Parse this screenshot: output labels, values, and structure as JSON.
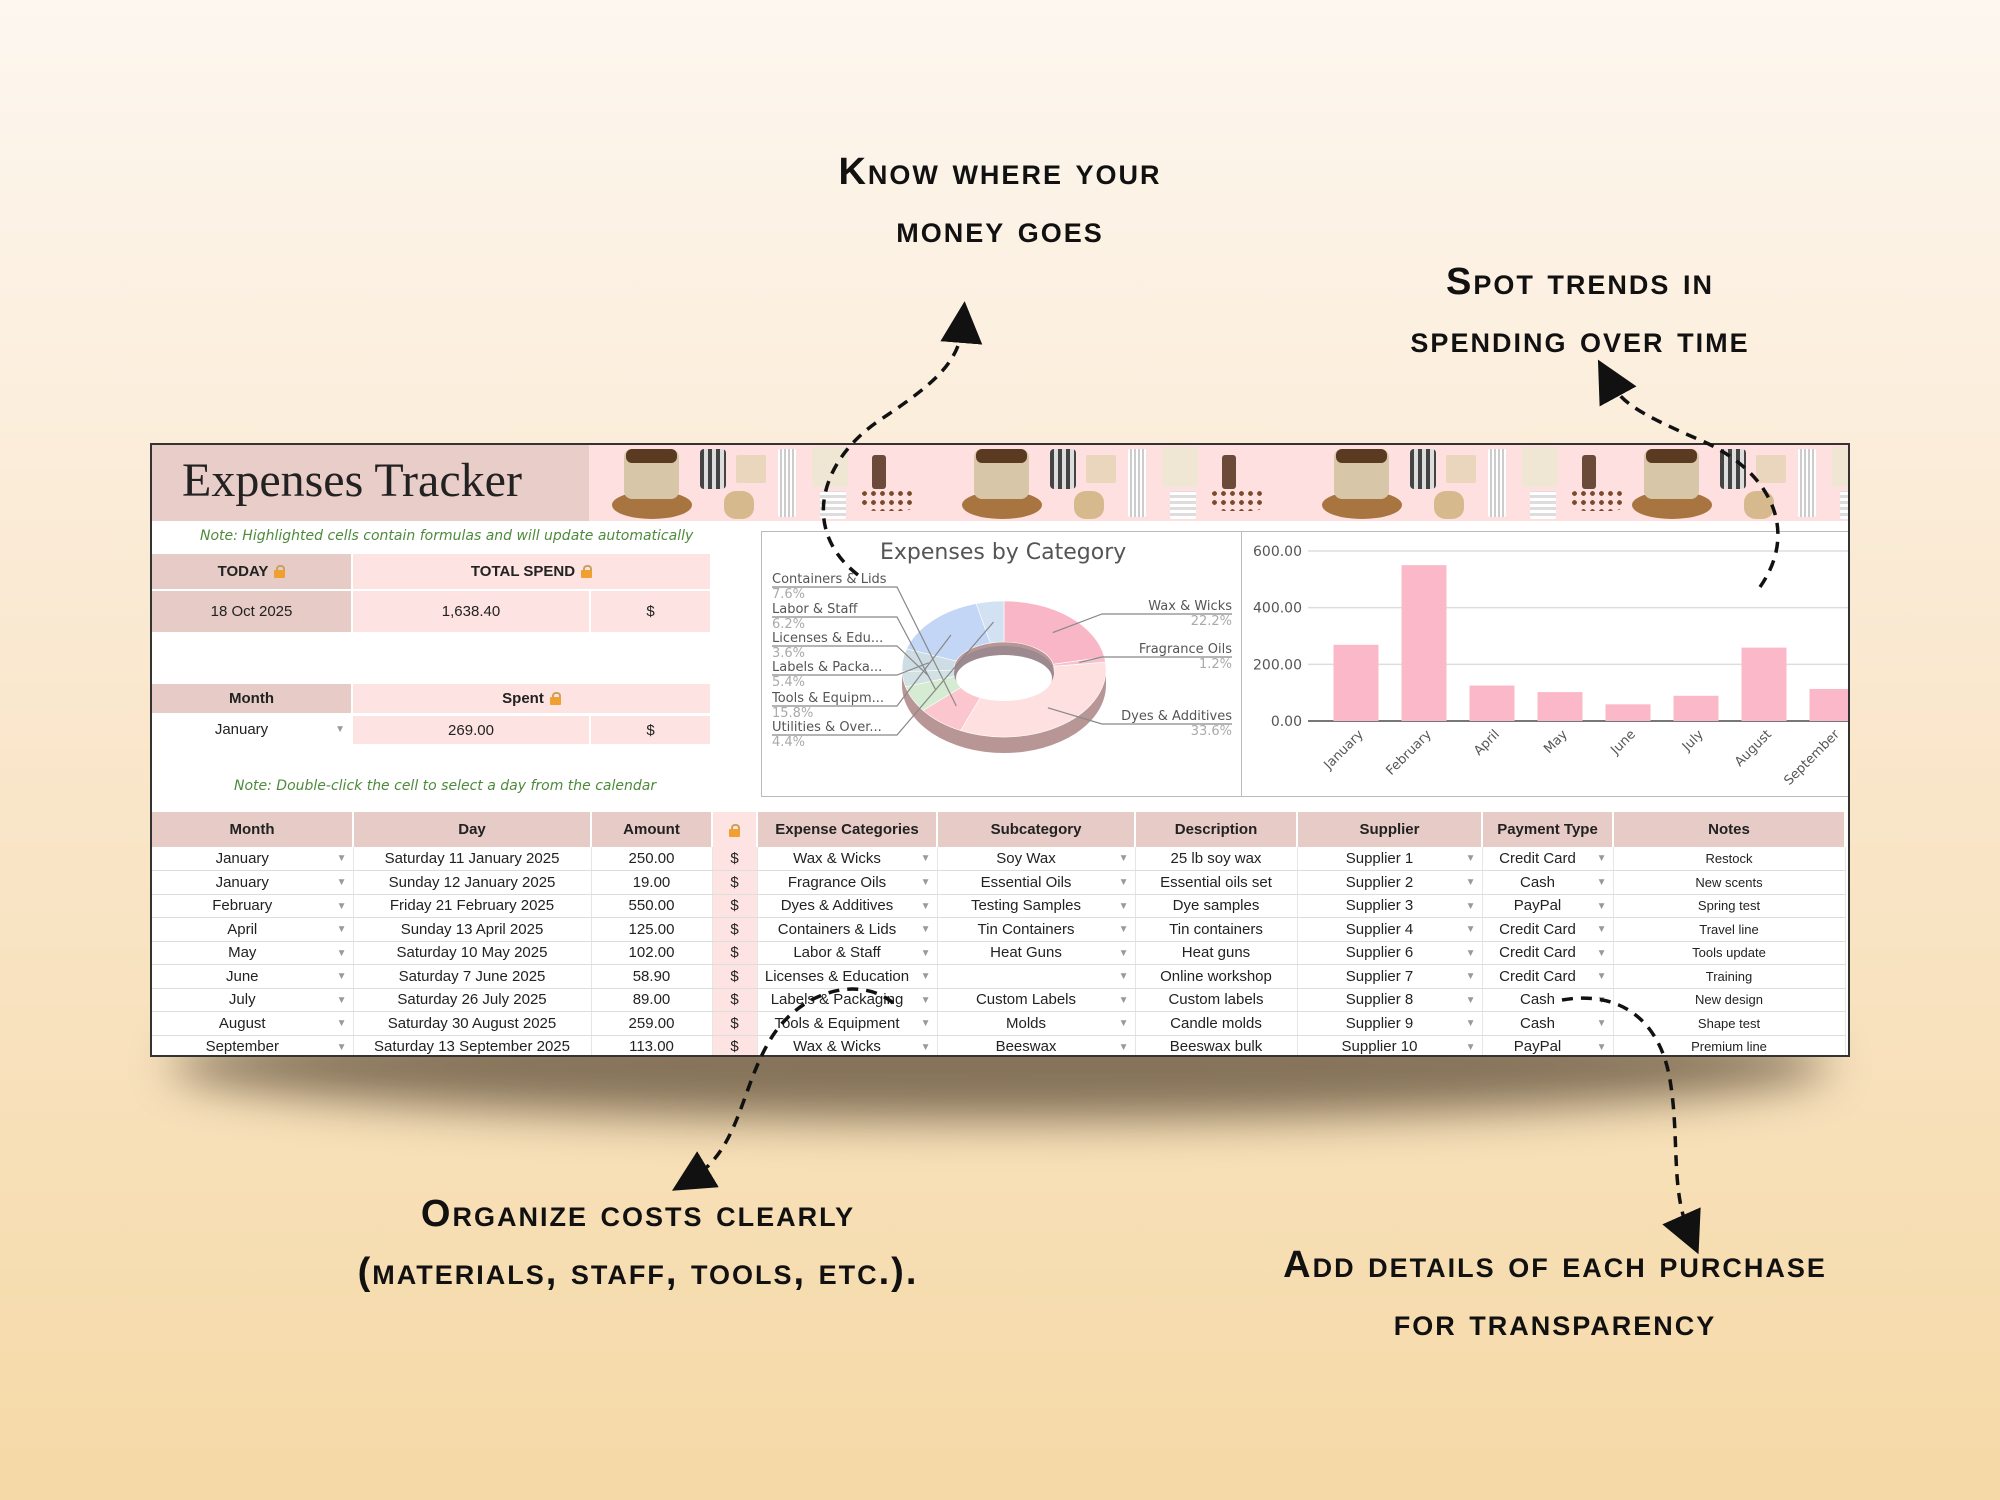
{
  "headlines": {
    "top_center": [
      "Know where your",
      "money goes"
    ],
    "top_right": [
      "Spot trends in",
      "spending over time"
    ],
    "bottom_left": [
      "Organize costs clearly",
      "(materials, staff, tools, etc.)."
    ],
    "bottom_right": [
      "Add details of each purchase",
      "for transparency"
    ]
  },
  "sheet": {
    "title": "Expenses Tracker",
    "note_formulas": "Note: Highlighted cells contain formulas and will update automatically",
    "note_calendar": "Note: Double-click the cell to select a day from the calendar",
    "today_label": "TODAY",
    "today_value": "18 Oct 2025",
    "total_label": "TOTAL SPEND",
    "total_value": "1,638.40",
    "currency": "$",
    "month_label": "Month",
    "month_value": "January",
    "spent_label": "Spent",
    "spent_value": "269.00"
  },
  "colors": {
    "dusty": "#e6cbc6",
    "pink": "#fde3e1",
    "bar": "#fbb8c8",
    "note": "#4d8a3b"
  },
  "chart_data": [
    {
      "type": "pie",
      "title": "Expenses by Category",
      "style": "3d-donut",
      "slices": [
        {
          "label": "Wax & Wicks",
          "value": 22.2,
          "pct": "22.2%",
          "color": "#f8b6c6",
          "side": "right"
        },
        {
          "label": "Fragrance Oils",
          "value": 1.2,
          "pct": "1.2%",
          "color": "#f6c2cf",
          "side": "right"
        },
        {
          "label": "Dyes & Additives",
          "value": 33.6,
          "pct": "33.6%",
          "color": "#fde0df",
          "side": "right"
        },
        {
          "label": "Containers & Lids",
          "value": 7.6,
          "pct": "7.6%",
          "color": "#fbc6cd",
          "side": "left"
        },
        {
          "label": "Labor & Staff",
          "value": 6.2,
          "pct": "6.2%",
          "color": "#d5ebd2",
          "side": "left"
        },
        {
          "label": "Licenses & Edu...",
          "value": 3.6,
          "pct": "3.6%",
          "color": "#d2e1e4",
          "side": "left"
        },
        {
          "label": "Labels & Packa...",
          "value": 5.4,
          "pct": "5.4%",
          "color": "#cddde3",
          "side": "left"
        },
        {
          "label": "Tools & Equipm...",
          "value": 15.8,
          "pct": "15.8%",
          "color": "#c4d6f5",
          "side": "left"
        },
        {
          "label": "Utilities & Over...",
          "value": 4.4,
          "pct": "4.4%",
          "color": "#d2e2f2",
          "side": "left"
        }
      ]
    },
    {
      "type": "bar",
      "categories": [
        "January",
        "February",
        "April",
        "May",
        "June",
        "July",
        "August",
        "September"
      ],
      "values": [
        269,
        550,
        125,
        102,
        58.9,
        89,
        259,
        113
      ],
      "ylim": [
        0,
        600
      ],
      "yticks": [
        "0.00",
        "200.00",
        "400.00",
        "600.00"
      ],
      "grid": true
    }
  ],
  "table": {
    "headers": [
      "Month",
      "Day",
      "Amount",
      "",
      "Expense Categories",
      "Subcategory",
      "Description",
      "Supplier",
      "Payment Type",
      "Notes"
    ],
    "rows": [
      [
        "January",
        "Saturday 11 January 2025",
        "250.00",
        "$",
        "Wax & Wicks",
        "Soy Wax",
        "25 lb soy wax",
        "Supplier 1",
        "Credit Card",
        "Restock"
      ],
      [
        "January",
        "Sunday 12 January 2025",
        "19.00",
        "$",
        "Fragrance Oils",
        "Essential Oils",
        "Essential oils set",
        "Supplier 2",
        "Cash",
        "New scents"
      ],
      [
        "February",
        "Friday 21 February 2025",
        "550.00",
        "$",
        "Dyes & Additives",
        "Testing Samples",
        "Dye samples",
        "Supplier 3",
        "PayPal",
        "Spring test"
      ],
      [
        "April",
        "Sunday 13 April 2025",
        "125.00",
        "$",
        "Containers & Lids",
        "Tin Containers",
        "Tin containers",
        "Supplier 4",
        "Credit Card",
        "Travel line"
      ],
      [
        "May",
        "Saturday 10 May 2025",
        "102.00",
        "$",
        "Labor & Staff",
        "Heat Guns",
        "Heat guns",
        "Supplier 6",
        "Credit Card",
        "Tools update"
      ],
      [
        "June",
        "Saturday 7 June 2025",
        "58.90",
        "$",
        "Licenses & Education",
        "",
        "Online workshop",
        "Supplier 7",
        "Credit Card",
        "Training"
      ],
      [
        "July",
        "Saturday 26 July 2025",
        "89.00",
        "$",
        "Labels & Packaging",
        "Custom Labels",
        "Custom labels",
        "Supplier 8",
        "Cash",
        "New design"
      ],
      [
        "August",
        "Saturday 30 August 2025",
        "259.00",
        "$",
        "Tools & Equipment",
        "Molds",
        "Candle molds",
        "Supplier 9",
        "Cash",
        "Shape test"
      ],
      [
        "September",
        "Saturday 13 September 2025",
        "113.00",
        "$",
        "Wax & Wicks",
        "Beeswax",
        "Beeswax bulk",
        "Supplier 10",
        "PayPal",
        "Premium line"
      ]
    ]
  }
}
